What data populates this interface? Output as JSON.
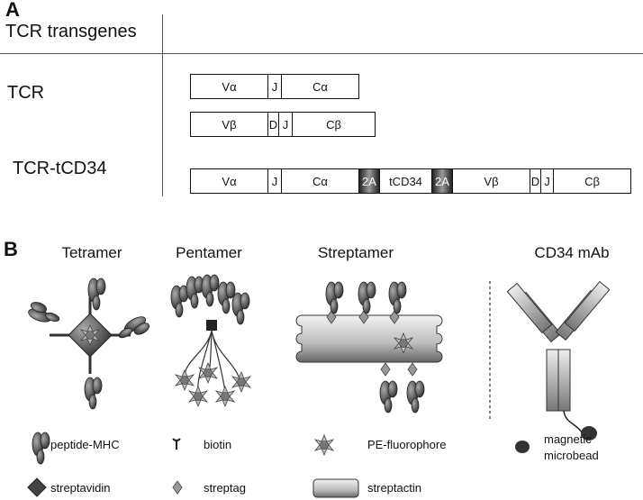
{
  "panel_a": {
    "letter": "A",
    "header": "TCR transgenes",
    "rows": [
      {
        "label": "TCR"
      },
      {
        "label": "TCR-tCD34"
      }
    ],
    "genes": {
      "tcr_alpha": [
        "Vα",
        "J",
        "Cα"
      ],
      "tcr_beta": [
        "Vβ",
        "D",
        "J",
        "Cβ"
      ],
      "tcr_tcd34": [
        "Vα",
        "J",
        "Cα",
        "2A",
        "tCD34",
        "2A",
        "Vβ",
        "D",
        "J",
        "Cβ"
      ]
    }
  },
  "panel_b": {
    "letter": "B",
    "titles": {
      "tetramer": "Tetramer",
      "pentamer": "Pentamer",
      "streptamer": "Streptamer",
      "cd34": "CD34 mAb"
    },
    "legend": {
      "peptide_mhc": "peptide-MHC",
      "streptavidin": "streptavidin",
      "biotin": "biotin",
      "streptag": "streptag",
      "pe": "PE-fluorophore",
      "streptactin": "streptactin",
      "microbead_line1": "magnetic",
      "microbead_line2": "microbead"
    }
  }
}
